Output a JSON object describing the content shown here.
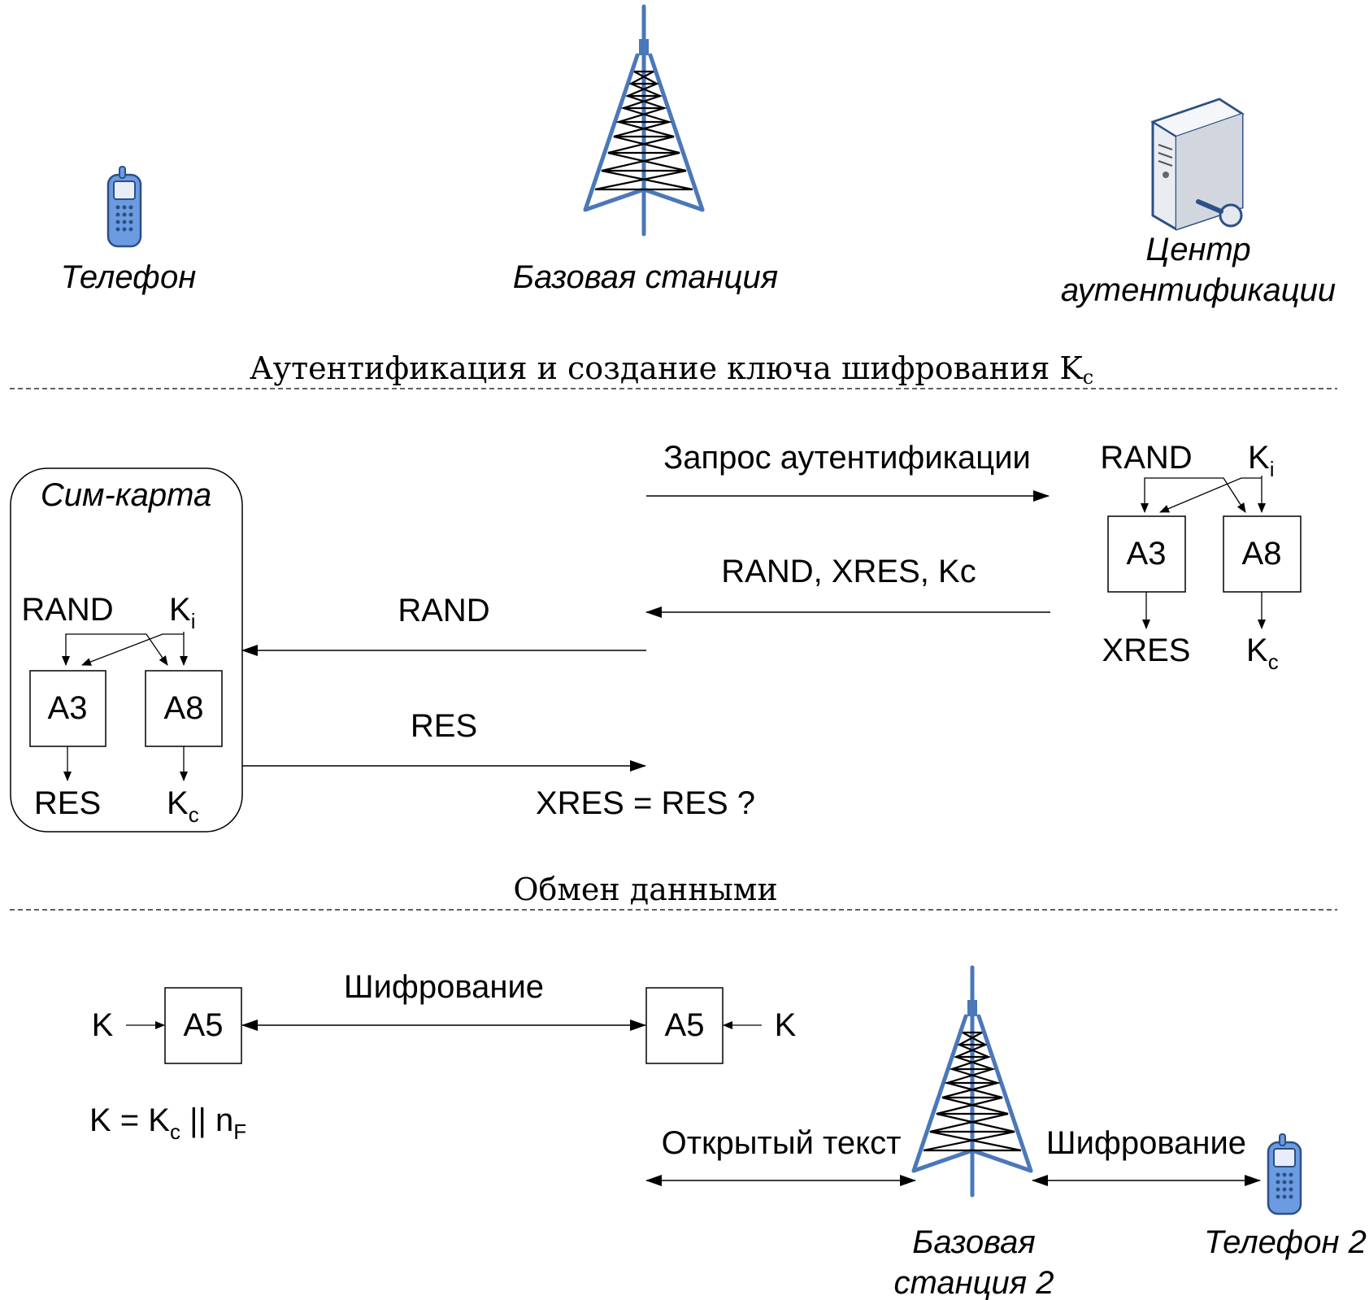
{
  "entities": {
    "phone": "Телефон",
    "base_station": "Базовая станция",
    "auth_center_line1": "Центр",
    "auth_center_line2": "аутентификации"
  },
  "sections": {
    "auth_title": "Аутентификация и создание ключа шифрования K",
    "auth_title_sub": "c",
    "exchange_title": "Обмен данными"
  },
  "sim": {
    "label": "Сим-карта",
    "rand": "RAND",
    "k": "K",
    "k_sub": "i",
    "a3": "A3",
    "a8": "A8",
    "res": "RES",
    "kc": "K",
    "kc_sub": "c"
  },
  "auc": {
    "rand": "RAND",
    "k": "K",
    "k_sub": "i",
    "a3": "A3",
    "a8": "A8",
    "xres": "XRES",
    "kc": "K",
    "kc_sub": "c"
  },
  "messages": {
    "auth_request": "Запрос аутентификации",
    "rand_xres_kc": "RAND, XRES, Kc",
    "rand": "RAND",
    "res": "RES",
    "compare": "XRES = RES ?"
  },
  "exchange": {
    "k_left": "K",
    "a5_left": "A5",
    "encryption": "Шифрование",
    "a5_right": "A5",
    "k_right": "K",
    "formula_k": "K = K",
    "formula_c": "c",
    "formula_or": " || n",
    "formula_f": "F",
    "open_text": "Открытый текст",
    "encryption2": "Шифрование",
    "base_station2_line1": "Базовая",
    "base_station2_line2": "станция 2",
    "phone2": "Телефон 2"
  },
  "colors": {
    "tower": "#4a78b8",
    "phone_body": "#6b9be0",
    "server_body": "#e9ecf1"
  }
}
